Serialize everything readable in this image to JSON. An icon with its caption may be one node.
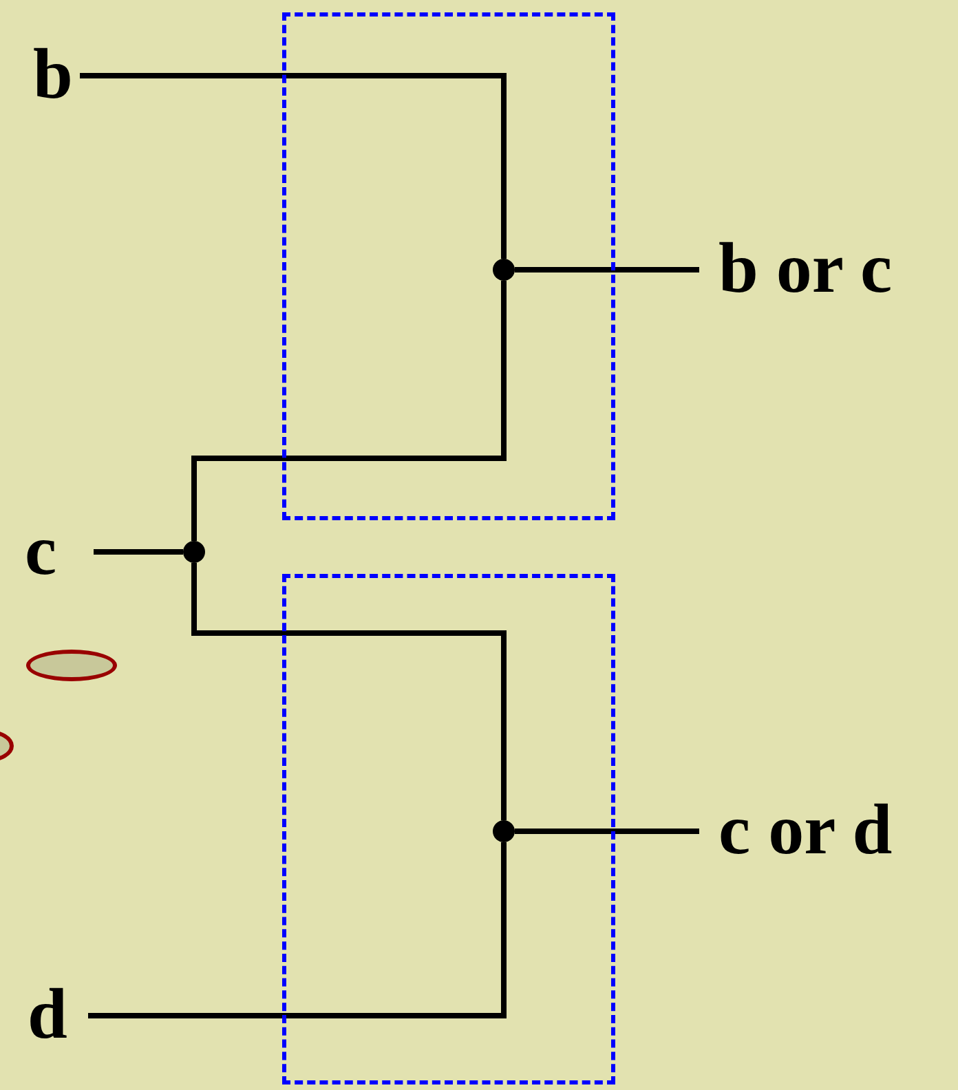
{
  "diagram": {
    "nodes": [
      {
        "text": [
          "b"
        ]
      },
      {
        "text": [
          "c"
        ]
      },
      {
        "text": [
          "d"
        ]
      },
      {
        "text": [],
        "shape": "box"
      },
      {
        "text": [],
        "shape": "box"
      },
      {
        "text": [
          "b or c"
        ]
      },
      {
        "text": [
          "c or d"
        ]
      },
      {
        "text": [],
        "shape": "circle",
        "in": 3
      },
      {
        "text": [],
        "shape": "circle"
      },
      {
        "text": [],
        "shape": "circle",
        "in": 4
      }
    ],
    "edges": [
      {
        "from": 0,
        "to": 7,
        "arrow": "none"
      },
      {
        "from": 7,
        "to": 8,
        "arrow": "none"
      },
      {
        "from": 1,
        "to": 8,
        "arrow": "none"
      },
      {
        "from": 8,
        "to": 9,
        "arrow": "none"
      },
      {
        "from": 9,
        "to": 2,
        "arrow": "none"
      },
      {
        "from": 7,
        "to": 5,
        "arrow": "none"
      },
      {
        "from": 9,
        "to": 6,
        "arrow": "none"
      }
    ]
  }
}
